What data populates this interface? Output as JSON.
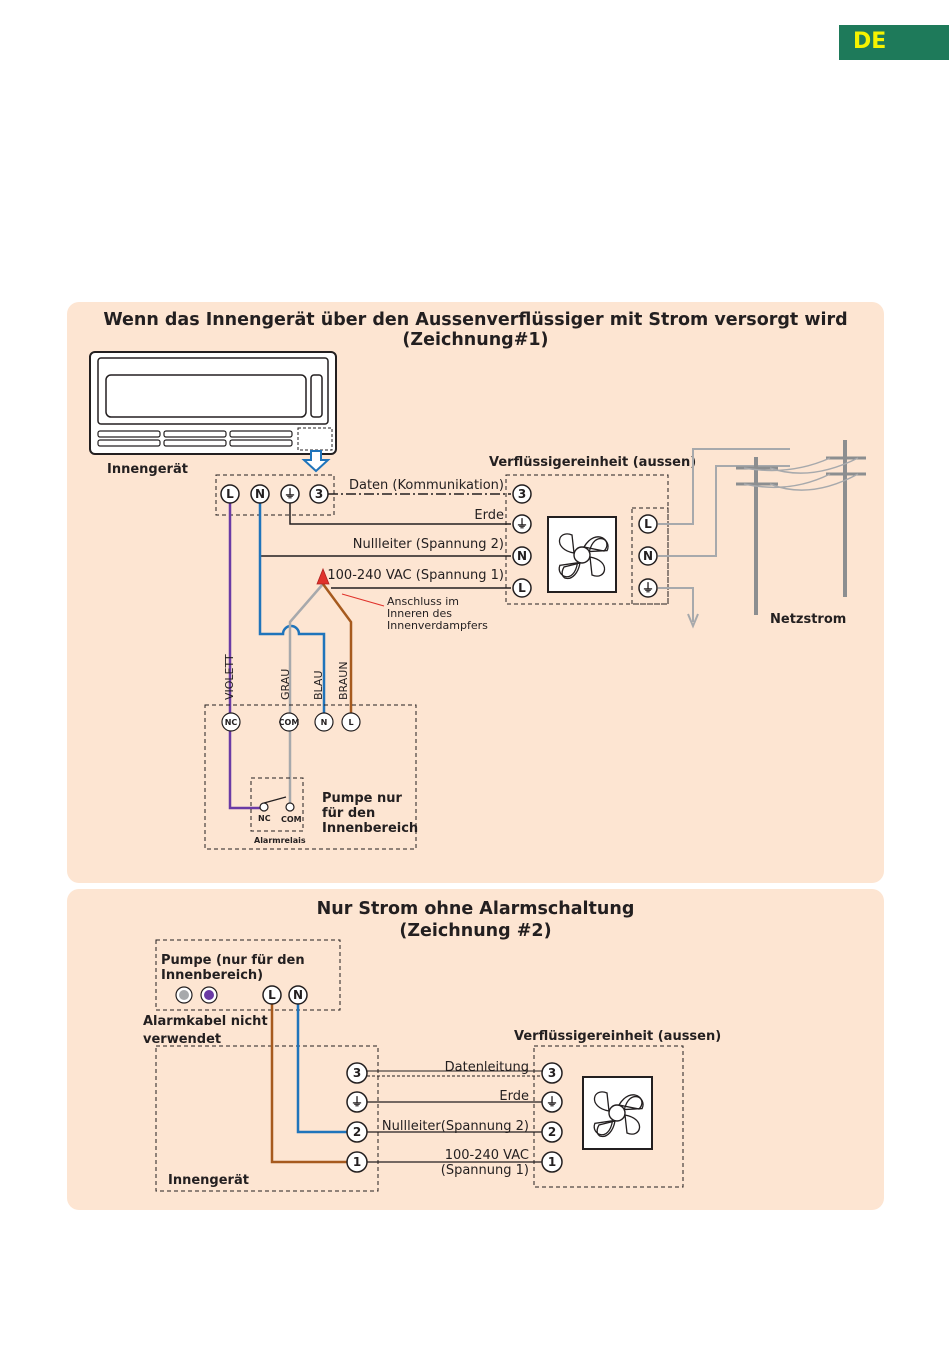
{
  "language_badge": "DE",
  "diagram1": {
    "title_line1": "Wenn das Innengerät über den Aussenverflüssiger mit Strom versorgt wird",
    "title_line2": "(Zeichnung#1)",
    "indoor_unit_label": "Innengerät",
    "outdoor_unit_label": "Verflüssigereinheit (aussen)",
    "mains_label": "Netzstrom",
    "indoor_terminals": [
      "L",
      "N",
      "⏚",
      "3"
    ],
    "outdoor_terminals": [
      "3",
      "⏚",
      "N",
      "L"
    ],
    "mains_terminals": [
      "L",
      "N",
      "⏚"
    ],
    "wire_labels": {
      "data": "Daten (Kommunikation)",
      "earth": "Erde",
      "neutral": "Nullleiter (Spannung 2)",
      "supply": "100-240 VAC (Spannung 1)"
    },
    "connection_note": [
      "Anschluss im",
      "Inneren des",
      "Innenverdampfers"
    ],
    "wire_colors": [
      "VIOLETT",
      "GRAU",
      "BLAU",
      "BRAUN"
    ],
    "pump_terminals": [
      "NC",
      "COM",
      "N",
      "L"
    ],
    "relay_contacts": [
      "NC",
      "COM"
    ],
    "relay_label": "Alarmrelais",
    "pump_label": [
      "Pumpe nur",
      "für den",
      "Innenbereich"
    ]
  },
  "diagram2": {
    "title_line1": "Nur Strom ohne Alarmschaltung",
    "title_line2": "(Zeichnung #2)",
    "pump_label": [
      "Pumpe (nur für den",
      "Innenbereich)"
    ],
    "pump_terminals": [
      "L",
      "N"
    ],
    "alarm_note": [
      "Alarmkabel nicht",
      "verwendet"
    ],
    "outdoor_unit_label": "Verflüssigereinheit (aussen)",
    "indoor_unit_label": "Innengerät",
    "terminals": [
      "3",
      "⏚",
      "2",
      "1"
    ],
    "wire_labels": {
      "data": "Datenleitung",
      "earth": "Erde",
      "neutral": "Nullleiter(Spannung 2)",
      "supply_line1": "100-240 VAC",
      "supply_line2": "(Spannung 1)"
    }
  },
  "colors": {
    "panel": "#fde5d2",
    "badge": "#1e7a5a",
    "badge_text": "#f6f200",
    "violet": "#6a3aa5",
    "blue": "#1f74bb",
    "brown": "#a65a1e",
    "grey": "#a7a9ac",
    "red": "#e0322b"
  }
}
